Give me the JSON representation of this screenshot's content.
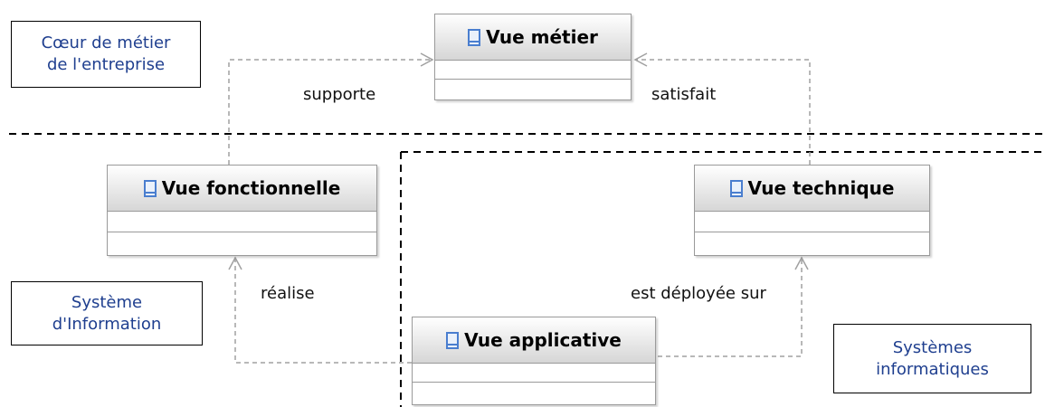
{
  "notes": {
    "coeur": "Cœur de métier\nde l'entreprise",
    "systeme_information": "Système\nd'Information",
    "systemes_informatiques": "Systèmes\ninformatiques"
  },
  "classes": {
    "metier": "Vue métier",
    "fonctionnelle": "Vue fonctionnelle",
    "technique": "Vue technique",
    "applicative": "Vue applicative"
  },
  "relations": {
    "supporte": "supporte",
    "satisfait": "satisfait",
    "realise": "réalise",
    "deployee": "est déployée sur"
  },
  "colors": {
    "note_text": "#1f3f8f",
    "arrow": "#a0a0a0",
    "separator": "#000000",
    "class_icon": "#4a7ecf"
  }
}
